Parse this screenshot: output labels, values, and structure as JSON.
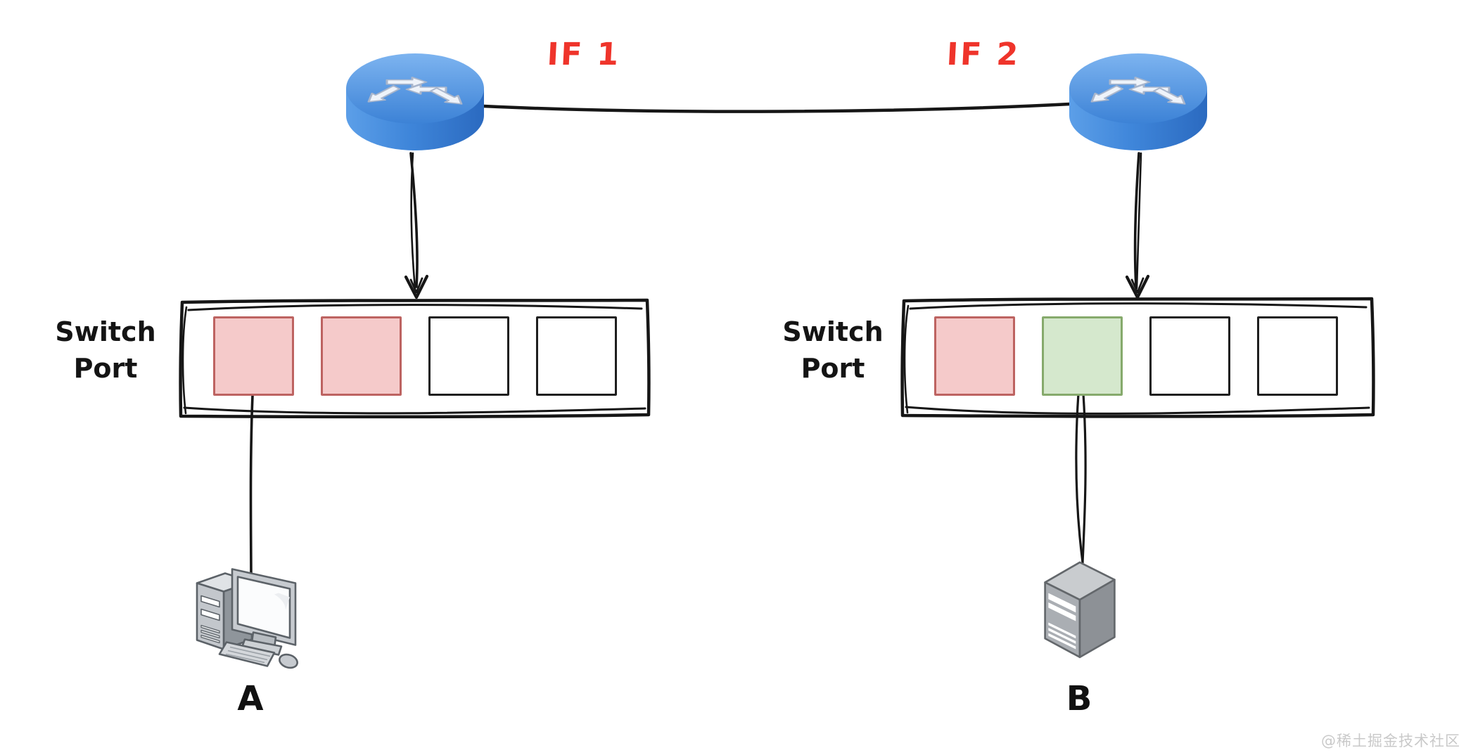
{
  "diagram": {
    "interface_labels": [
      {
        "text": "IF 1"
      },
      {
        "text": "IF 2"
      }
    ],
    "routers": [
      {
        "name": "router-1"
      },
      {
        "name": "router-2"
      }
    ],
    "switches": [
      {
        "label": "Switch Port",
        "ports": [
          "red",
          "red",
          "empty",
          "empty"
        ]
      },
      {
        "label": "Switch Port",
        "ports": [
          "red",
          "green",
          "empty",
          "empty"
        ]
      }
    ],
    "hosts": [
      {
        "label": "A",
        "type": "desktop-computer"
      },
      {
        "label": "B",
        "type": "server"
      }
    ],
    "watermark": "@稀土掘金技术社区"
  },
  "colors": {
    "label_red": "#ef342b",
    "line_black": "#161616",
    "port_red_fill": "#f5caca",
    "port_red_border": "#bd6361",
    "port_green_fill": "#d5e8cd",
    "port_green_border": "#86aa6c",
    "port_empty_fill": "#ffffff",
    "port_empty_border": "#1f1f1f",
    "router_blue": "#3c86da",
    "watermark_gray": "#c9c9c9"
  }
}
